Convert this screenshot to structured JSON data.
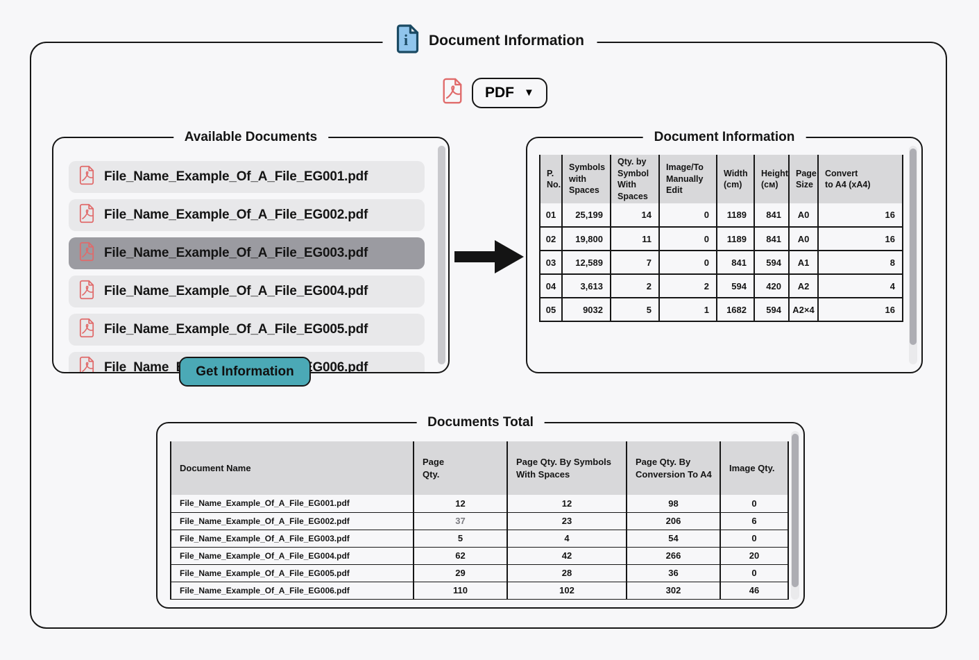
{
  "page": {
    "title": "Document Information"
  },
  "format_selector": {
    "label": "PDF",
    "arrow": "▼"
  },
  "available_documents": {
    "title": "Available Documents",
    "action_button": "Get Information",
    "files": [
      {
        "name": "File_Name_Example_Of_A_File_EG001.pdf",
        "selected": false
      },
      {
        "name": "File_Name_Example_Of_A_File_EG002.pdf",
        "selected": false
      },
      {
        "name": "File_Name_Example_Of_A_File_EG003.pdf",
        "selected": true
      },
      {
        "name": "File_Name_Example_Of_A_File_EG004.pdf",
        "selected": false
      },
      {
        "name": "File_Name_Example_Of_A_File_EG005.pdf",
        "selected": false
      },
      {
        "name": "File_Name_Example_Of_A_File_EG006.pdf",
        "selected": false
      }
    ]
  },
  "document_information": {
    "title": "Document Information",
    "table": {
      "headers": [
        "P.\nNo.",
        "Symbols\nwith\nSpaces",
        "Qty. by\nSymbol\nWith\nSpaces",
        "Image/To\nManually Edit",
        "Width\n(cm)",
        "Height\n(см)",
        "Page\nSize",
        "Convert\nto A4 (xA4)"
      ],
      "rows": [
        {
          "p_no": "01",
          "symbols_with_spaces": "25,199",
          "qty_by_symbol": "14",
          "image_to_edit": "0",
          "width_cm": "1189",
          "height_cm": "841",
          "page_size": "A0",
          "convert_to_a4": "16"
        },
        {
          "p_no": "02",
          "symbols_with_spaces": "19,800",
          "qty_by_symbol": "11",
          "image_to_edit": "0",
          "width_cm": "1189",
          "height_cm": "841",
          "page_size": "A0",
          "convert_to_a4": "16"
        },
        {
          "p_no": "03",
          "symbols_with_spaces": "12,589",
          "qty_by_symbol": "7",
          "image_to_edit": "0",
          "width_cm": "841",
          "height_cm": "594",
          "page_size": "A1",
          "convert_to_a4": "8"
        },
        {
          "p_no": "04",
          "symbols_with_spaces": "3,613",
          "qty_by_symbol": "2",
          "image_to_edit": "2",
          "width_cm": "594",
          "height_cm": "420",
          "page_size": "A2",
          "convert_to_a4": "4"
        },
        {
          "p_no": "05",
          "symbols_with_spaces": "9032",
          "qty_by_symbol": "5",
          "image_to_edit": "1",
          "width_cm": "1682",
          "height_cm": "594",
          "page_size": "A2×4",
          "convert_to_a4": "16"
        }
      ]
    }
  },
  "documents_total": {
    "title": "Documents Total",
    "table": {
      "headers": [
        "Document Name",
        "Page\nQty.",
        "Page Qty. By Symbols\nWith Spaces",
        "Page Qty. By\nConversion To A4",
        "Image Qty."
      ],
      "rows": [
        {
          "document_name": "File_Name_Example_Of_A_File_EG001.pdf",
          "page_qty": "12",
          "page_qty_muted": false,
          "page_qty_by_symbols": "12",
          "page_qty_by_a4": "98",
          "image_qty": "0"
        },
        {
          "document_name": "File_Name_Example_Of_A_File_EG002.pdf",
          "page_qty": "37",
          "page_qty_muted": true,
          "page_qty_by_symbols": "23",
          "page_qty_by_a4": "206",
          "image_qty": "6"
        },
        {
          "document_name": "File_Name_Example_Of_A_File_EG003.pdf",
          "page_qty": "5",
          "page_qty_muted": false,
          "page_qty_by_symbols": "4",
          "page_qty_by_a4": "54",
          "image_qty": "0"
        },
        {
          "document_name": "File_Name_Example_Of_A_File_EG004.pdf",
          "page_qty": "62",
          "page_qty_muted": false,
          "page_qty_by_symbols": "42",
          "page_qty_by_a4": "266",
          "image_qty": "20"
        },
        {
          "document_name": "File_Name_Example_Of_A_File_EG005.pdf",
          "page_qty": "29",
          "page_qty_muted": false,
          "page_qty_by_symbols": "28",
          "page_qty_by_a4": "36",
          "image_qty": "0"
        },
        {
          "document_name": "File_Name_Example_Of_A_File_EG006.pdf",
          "page_qty": "110",
          "page_qty_muted": false,
          "page_qty_by_symbols": "102",
          "page_qty_by_a4": "302",
          "image_qty": "46"
        }
      ]
    }
  },
  "icons": {
    "page_title_icon": "document-info-icon",
    "file_type_icon": "pdf-icon",
    "flow_icon": "arrow-right-icon",
    "dropdown_icon": "caret-down-icon"
  },
  "colors": {
    "accent_button": "#4BA9B6",
    "selected_item": "#9B9BA1",
    "list_item": "#E8E8EA",
    "table_header": "#D8D8DA",
    "pdf_icon_red": "#E06A6A",
    "info_icon_blue": "#90C5EC",
    "info_icon_outline": "#1B4A63",
    "border": "#161616",
    "muted_value": "#7B7B80"
  }
}
